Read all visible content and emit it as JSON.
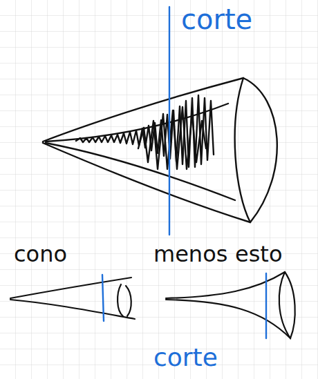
{
  "diagram": {
    "labels": [
      "corte",
      "cono",
      "menos",
      "esto",
      "corte"
    ]
  }
}
